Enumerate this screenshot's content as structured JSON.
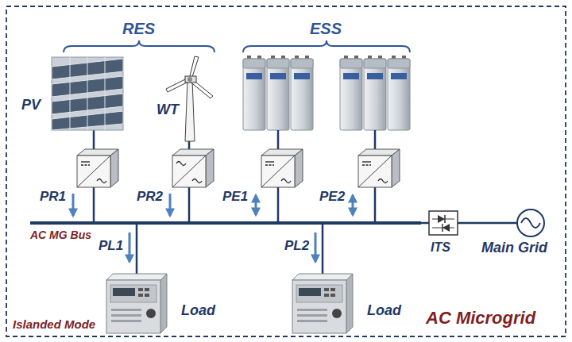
{
  "diagram": {
    "nodes": [
      {
        "text": [
          "PV"
        ]
      },
      {
        "text": [
          "WT"
        ]
      },
      {
        "text": [
          "AC MG Bus"
        ]
      },
      {
        "text": [
          "Load"
        ]
      },
      {
        "text": [
          "Load"
        ]
      },
      {
        "text": [
          "ITS"
        ]
      },
      {
        "text": [
          "Main Grid"
        ]
      }
    ],
    "edges": [
      {
        "from": 0,
        "to": 2,
        "arrow": "none"
      },
      {
        "from": 1,
        "to": 2,
        "arrow": "none"
      },
      {
        "from": 2,
        "to": 3,
        "arrow": "none"
      },
      {
        "from": 2,
        "to": 4,
        "arrow": "none"
      },
      {
        "from": 2,
        "to": 5,
        "arrow": "none"
      },
      {
        "from": 5,
        "to": 6,
        "arrow": "none"
      }
    ],
    "labels": [
      "RES",
      "ESS",
      "PR1",
      "PR2",
      "PE1",
      "PE2",
      "PL1",
      "PL2",
      "Islanded Mode",
      "AC Microgrid"
    ]
  }
}
